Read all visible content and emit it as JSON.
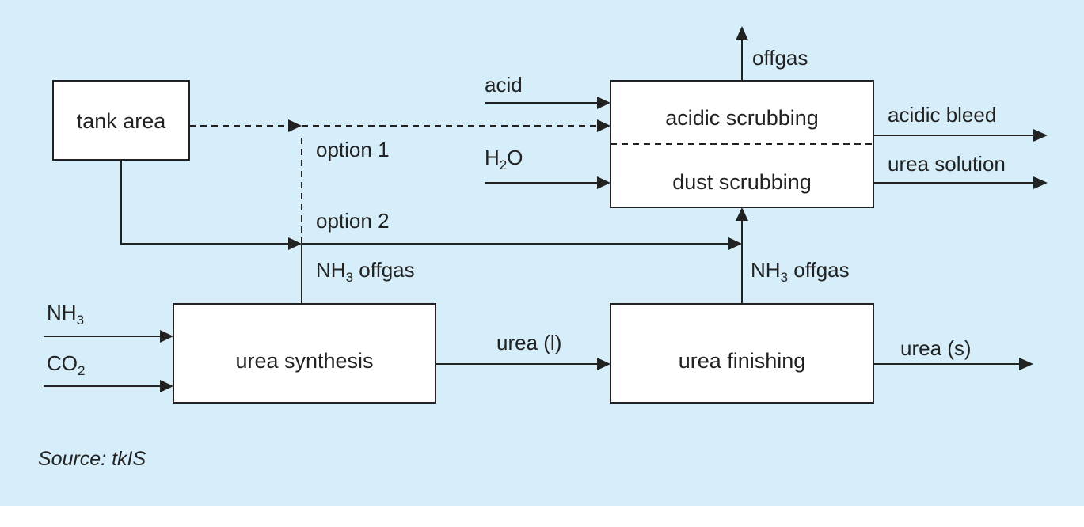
{
  "boxes": {
    "tank_area": "tank area",
    "acidic_scrubbing": "acidic scrubbing",
    "dust_scrubbing": "dust scrubbing",
    "urea_synthesis": "urea synthesis",
    "urea_finishing": "urea finishing"
  },
  "streams": {
    "acid": "acid",
    "h2o": {
      "base": "H",
      "sub": "2",
      "rest": "O"
    },
    "offgas": "offgas",
    "acidic_bleed": "acidic bleed",
    "urea_solution": "urea solution",
    "option_1": "option 1",
    "option_2": "option 2",
    "nh3_offgas_synthesis": {
      "base": "NH",
      "sub": "3",
      "rest": " offgas"
    },
    "nh3_offgas_finishing": {
      "base": "NH",
      "sub": "3",
      "rest": " offgas"
    },
    "nh3_input": {
      "base": "NH",
      "sub": "3"
    },
    "co2_input": {
      "base": "CO",
      "sub": "2"
    },
    "urea_liquid": "urea (l)",
    "urea_solid": "urea (s)"
  },
  "source": "Source: tkIS",
  "colors": {
    "background": "#d6eef9",
    "box_fill": "#ffffff",
    "line": "#222222"
  }
}
